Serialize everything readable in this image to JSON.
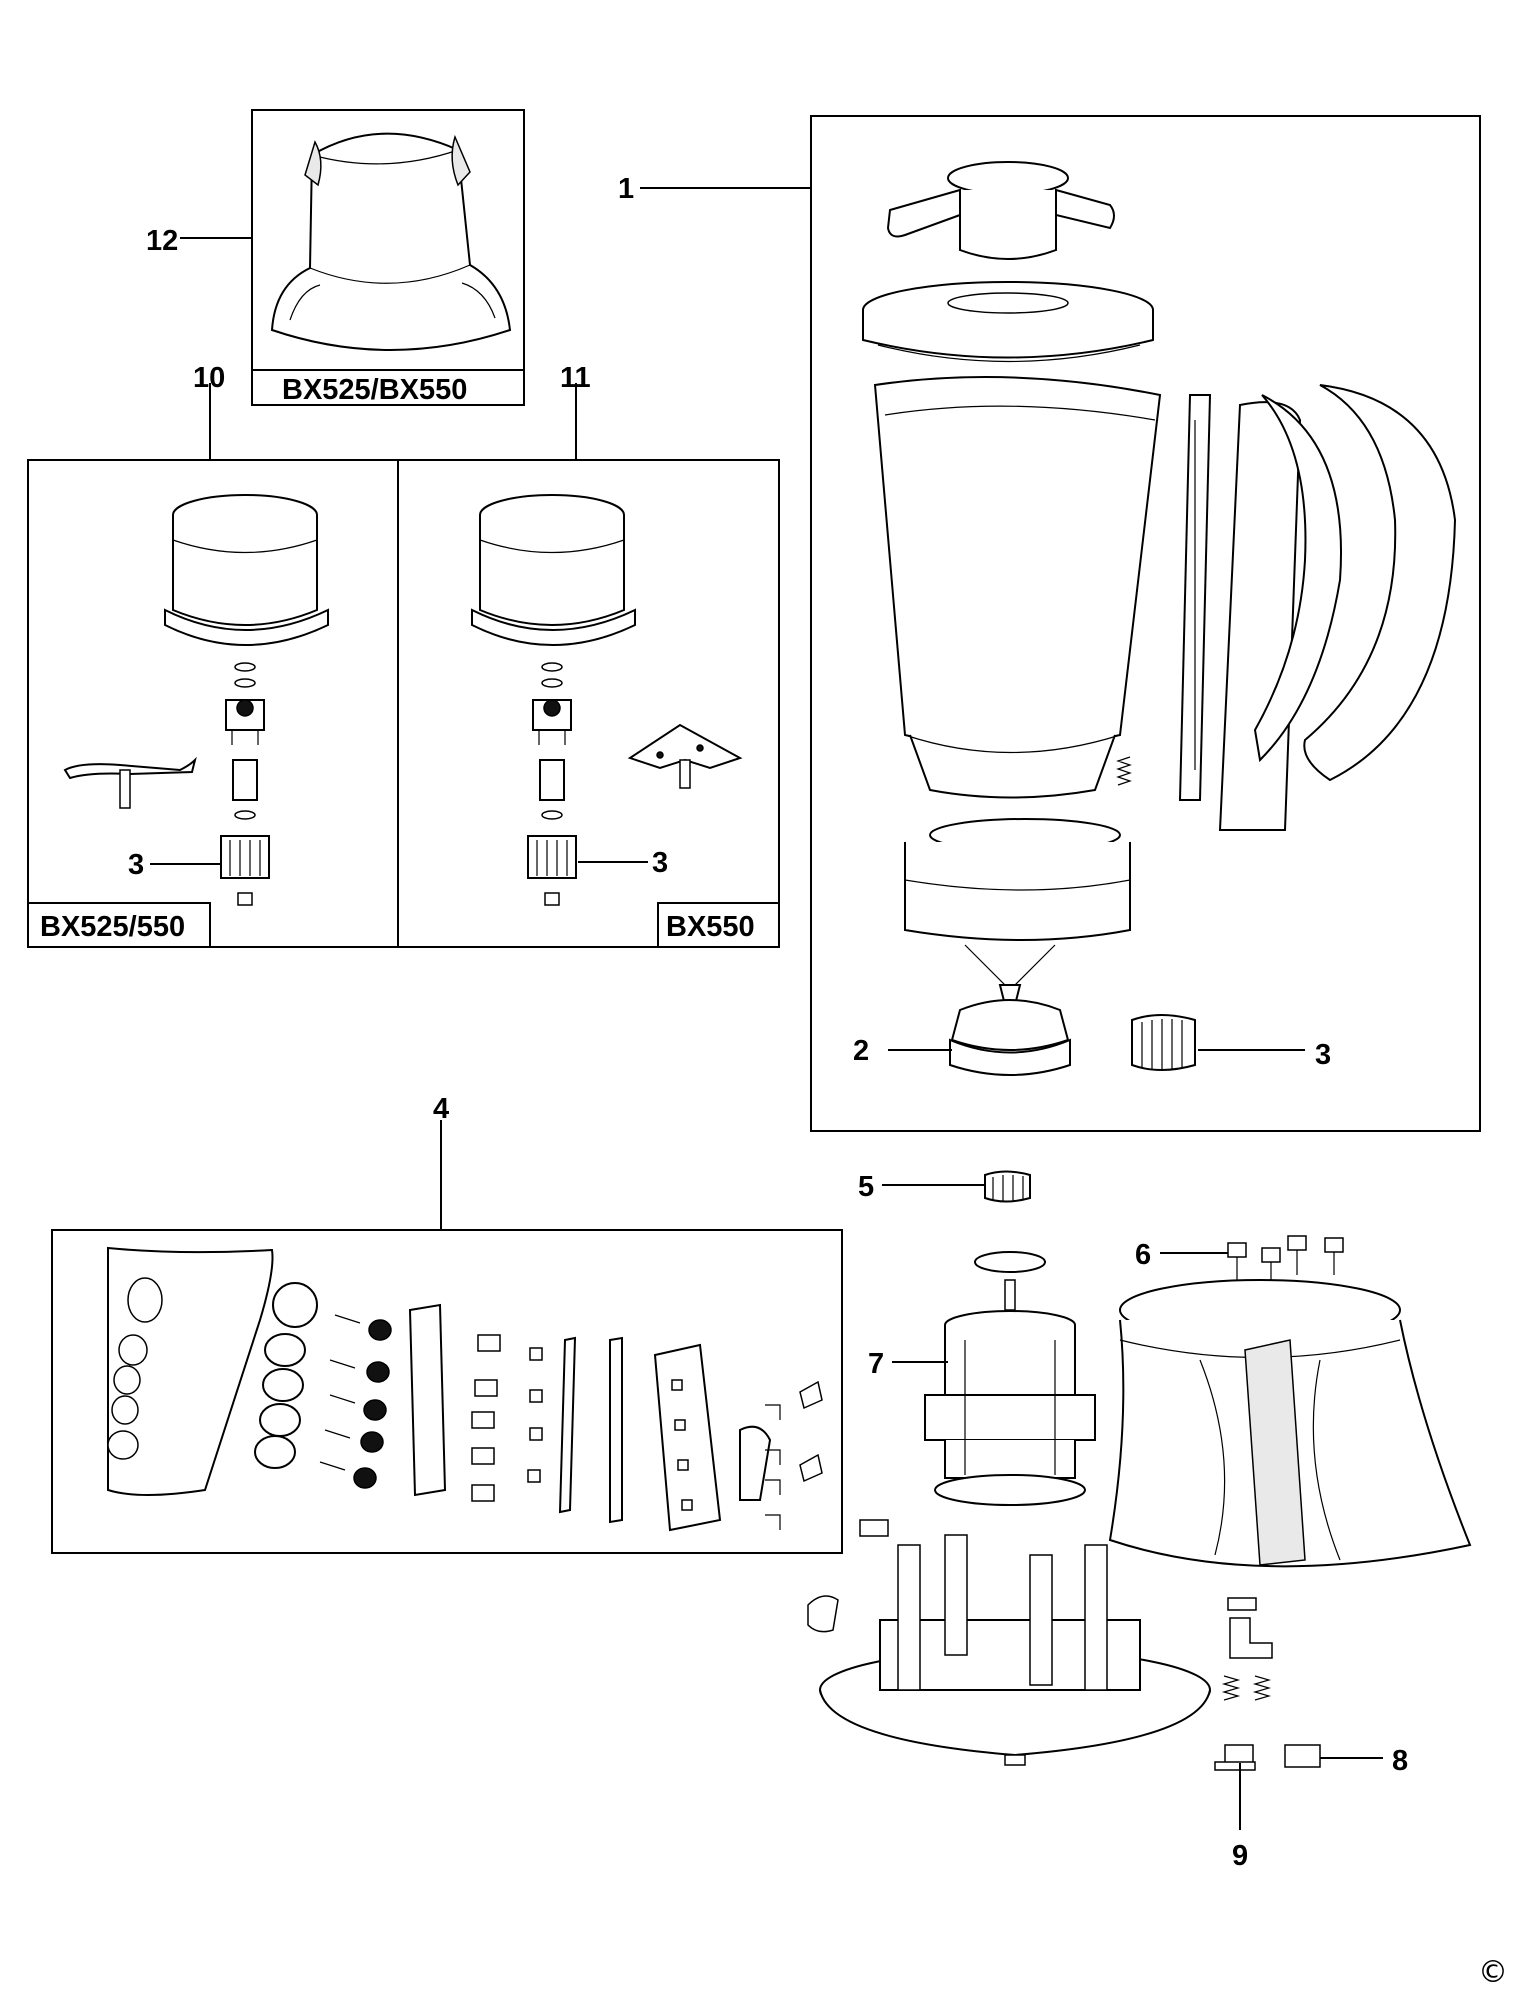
{
  "callouts": {
    "c1": "1",
    "c2": "2",
    "c3a": "3",
    "c3b": "3",
    "c3c": "3",
    "c4": "4",
    "c5": "5",
    "c6": "6",
    "c7": "7",
    "c8": "8",
    "c9": "9",
    "c10": "10",
    "c11": "11",
    "c12": "12"
  },
  "model_labels": {
    "box12": "BX525/BX550",
    "box10": "BX525/550",
    "box11": "BX550"
  },
  "copyright": "©"
}
